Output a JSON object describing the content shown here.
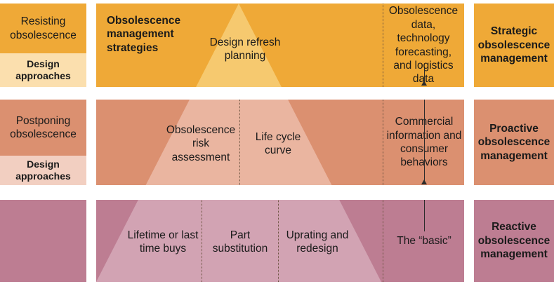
{
  "diagram": {
    "title": "Obsolescence management strategies framework",
    "type": "layered-pyramid-matrix",
    "colors": {
      "row1_base": "#efa937",
      "row1_light": "#f6c96f",
      "row1_sub": "#fbdfae",
      "row2_base": "#db9070",
      "row2_light": "#eab5a0",
      "row2_sub": "#f2cfc1",
      "row3_base": "#bd7d92",
      "row3_light": "#d2a3b3",
      "row3_sub": "#dbb6c2",
      "divider": "#6b5340",
      "arrow": "#2b2b2b",
      "text": "#1a1a1a",
      "background": "#ffffff"
    },
    "rows": [
      {
        "id": "row-strategic",
        "left": {
          "main_label": "Resisting obsolescence",
          "sub_label": "Design approaches",
          "has_sub": true
        },
        "header": "Obsolescence management strategies",
        "cells": [
          {
            "label": "Design refresh planning",
            "region": "pyramid"
          },
          {
            "label": "Obsolescence data, technology forecasting, and logistics data",
            "region": "outside"
          }
        ],
        "right_label": "Strategic obsolescence management"
      },
      {
        "id": "row-proactive",
        "left": {
          "main_label": "Postponing obsolescence",
          "sub_label": "Design approaches",
          "has_sub": true
        },
        "header": "",
        "cells": [
          {
            "label": "Obsolescence risk assessment",
            "region": "pyramid"
          },
          {
            "label": "Life cycle curve",
            "region": "pyramid"
          },
          {
            "label": "Commercial information and consumer behaviors",
            "region": "outside"
          }
        ],
        "right_label": "Proactive obsolescence management"
      },
      {
        "id": "row-reactive",
        "left": {
          "main_label": "",
          "sub_label": "",
          "has_sub": false
        },
        "header": "",
        "cells": [
          {
            "label": "Lifetime or last time buys",
            "region": "pyramid"
          },
          {
            "label": "Part substitution",
            "region": "pyramid"
          },
          {
            "label": "Uprating and redesign",
            "region": "pyramid"
          },
          {
            "label": "The “basic”",
            "region": "outside"
          }
        ],
        "right_label": "Reactive obsolescence management"
      }
    ],
    "connector": {
      "name": "upward-arrow-through-data-column",
      "direction": "up",
      "description": "vertical arrow rising through the right-hand data column"
    }
  }
}
